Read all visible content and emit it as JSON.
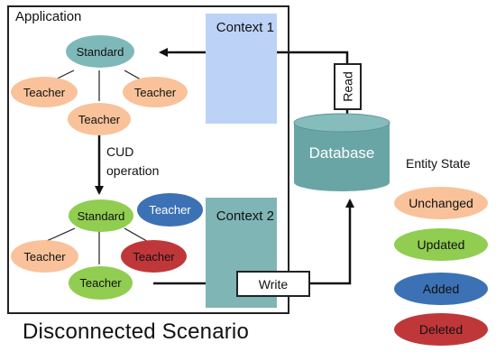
{
  "diagram": {
    "application_label": "Application",
    "context1_label": "Context 1",
    "context2_label": "Context 2",
    "cud_label_line1": "CUD",
    "cud_label_line2": "operation",
    "database_label": "Database",
    "read_label": "Read",
    "write_label": "Write",
    "title": "Disconnected Scenario",
    "top_tree": {
      "root": "Standard",
      "left": "Teacher",
      "right": "Teacher",
      "middle": "Teacher"
    },
    "bottom_tree": {
      "root": "Standard",
      "added": "Teacher",
      "left": "Teacher",
      "right": "Teacher",
      "middle": "Teacher"
    }
  },
  "legend": {
    "title": "Entity State",
    "items": [
      {
        "label": "Unchanged",
        "color": "#f9c29a"
      },
      {
        "label": "Updated",
        "color": "#90cd50"
      },
      {
        "label": "Added",
        "color": "#3c72b5"
      },
      {
        "label": "Deleted",
        "color": "#c0373a"
      }
    ]
  },
  "colors": {
    "standard_top": "#7fb8b9",
    "unchanged": "#f9c29a",
    "updated": "#90cd50",
    "added": "#3c72b5",
    "deleted": "#c0373a",
    "database": "#6aa5a6",
    "context1": "#bcd2f7",
    "context2": "#7fb5b5"
  }
}
